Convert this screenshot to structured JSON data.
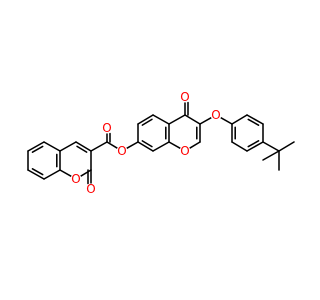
{
  "molecule": {
    "atom_labels": [
      {
        "id": "O_carbonyl_ester",
        "text": "O"
      },
      {
        "id": "O_ester_link",
        "text": "O"
      },
      {
        "id": "O_ketone",
        "text": "O"
      },
      {
        "id": "O_ether",
        "text": "O"
      },
      {
        "id": "O_pyran_right",
        "text": "O"
      },
      {
        "id": "O_pyran_left",
        "text": "O"
      },
      {
        "id": "O_lactone",
        "text": "O"
      }
    ],
    "colors": {
      "bond": "#000000",
      "oxygen": "#ff0000",
      "background": "#ffffff"
    }
  }
}
